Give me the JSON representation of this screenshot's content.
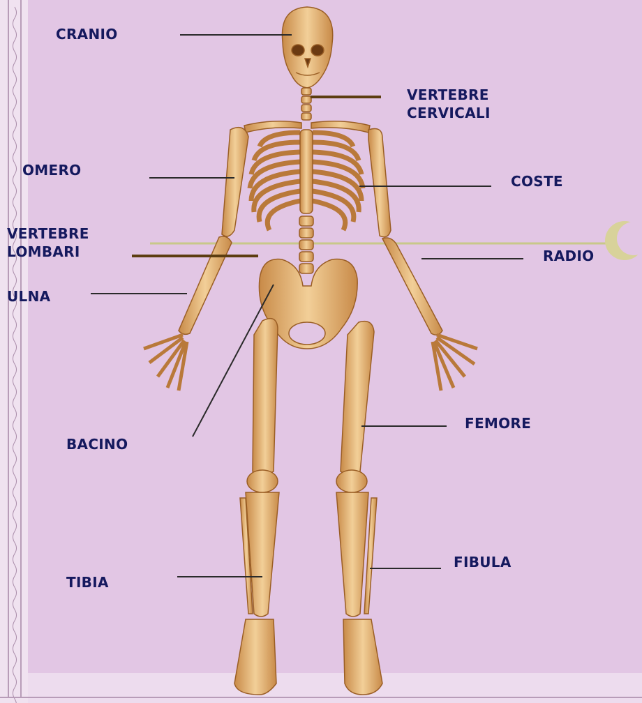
{
  "labels": {
    "cranio": "CRANIO",
    "vertebre_cervicali_1": "VERTEBRE",
    "vertebre_cervicali_2": "CERVICALI",
    "omero": "OMERO",
    "coste": "COSTE",
    "vertebre_lombari_1": "VERTEBRE",
    "vertebre_lombari_2": "LOMBARI",
    "radio": "RADIO",
    "ulna": "ULNA",
    "femore": "FEMORE",
    "bacino": "BACINO",
    "fibula": "FIBULA",
    "tibia": "TIBIA"
  },
  "colors": {
    "background": "#e9d8ea",
    "panel": "#e2c6e4",
    "label_text": "#15195e",
    "leader_line": "#2a2a2a",
    "brown_leader": "#5c3d10",
    "bone": "#e8b878",
    "bone_shadow": "#a86a2c"
  }
}
